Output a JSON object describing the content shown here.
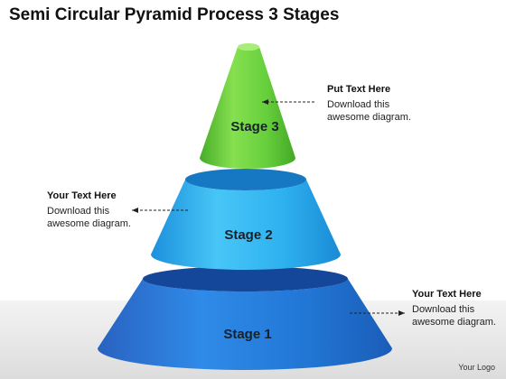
{
  "title": "Semi Circular Pyramid Process 3 Stages",
  "stages": [
    {
      "label": "Stage 1",
      "color": "#1f6fd0"
    },
    {
      "label": "Stage 2",
      "color": "#27a3e8"
    },
    {
      "label": "Stage 3",
      "color": "#5cc837"
    }
  ],
  "callouts": [
    {
      "heading": "Put Text Here",
      "body": "Download this awesome diagram."
    },
    {
      "heading": "Your Text Here",
      "body": "Download this awesome diagram."
    },
    {
      "heading": "Your Text Here",
      "body": "Download this awesome diagram."
    }
  ],
  "logo": "Your Logo"
}
